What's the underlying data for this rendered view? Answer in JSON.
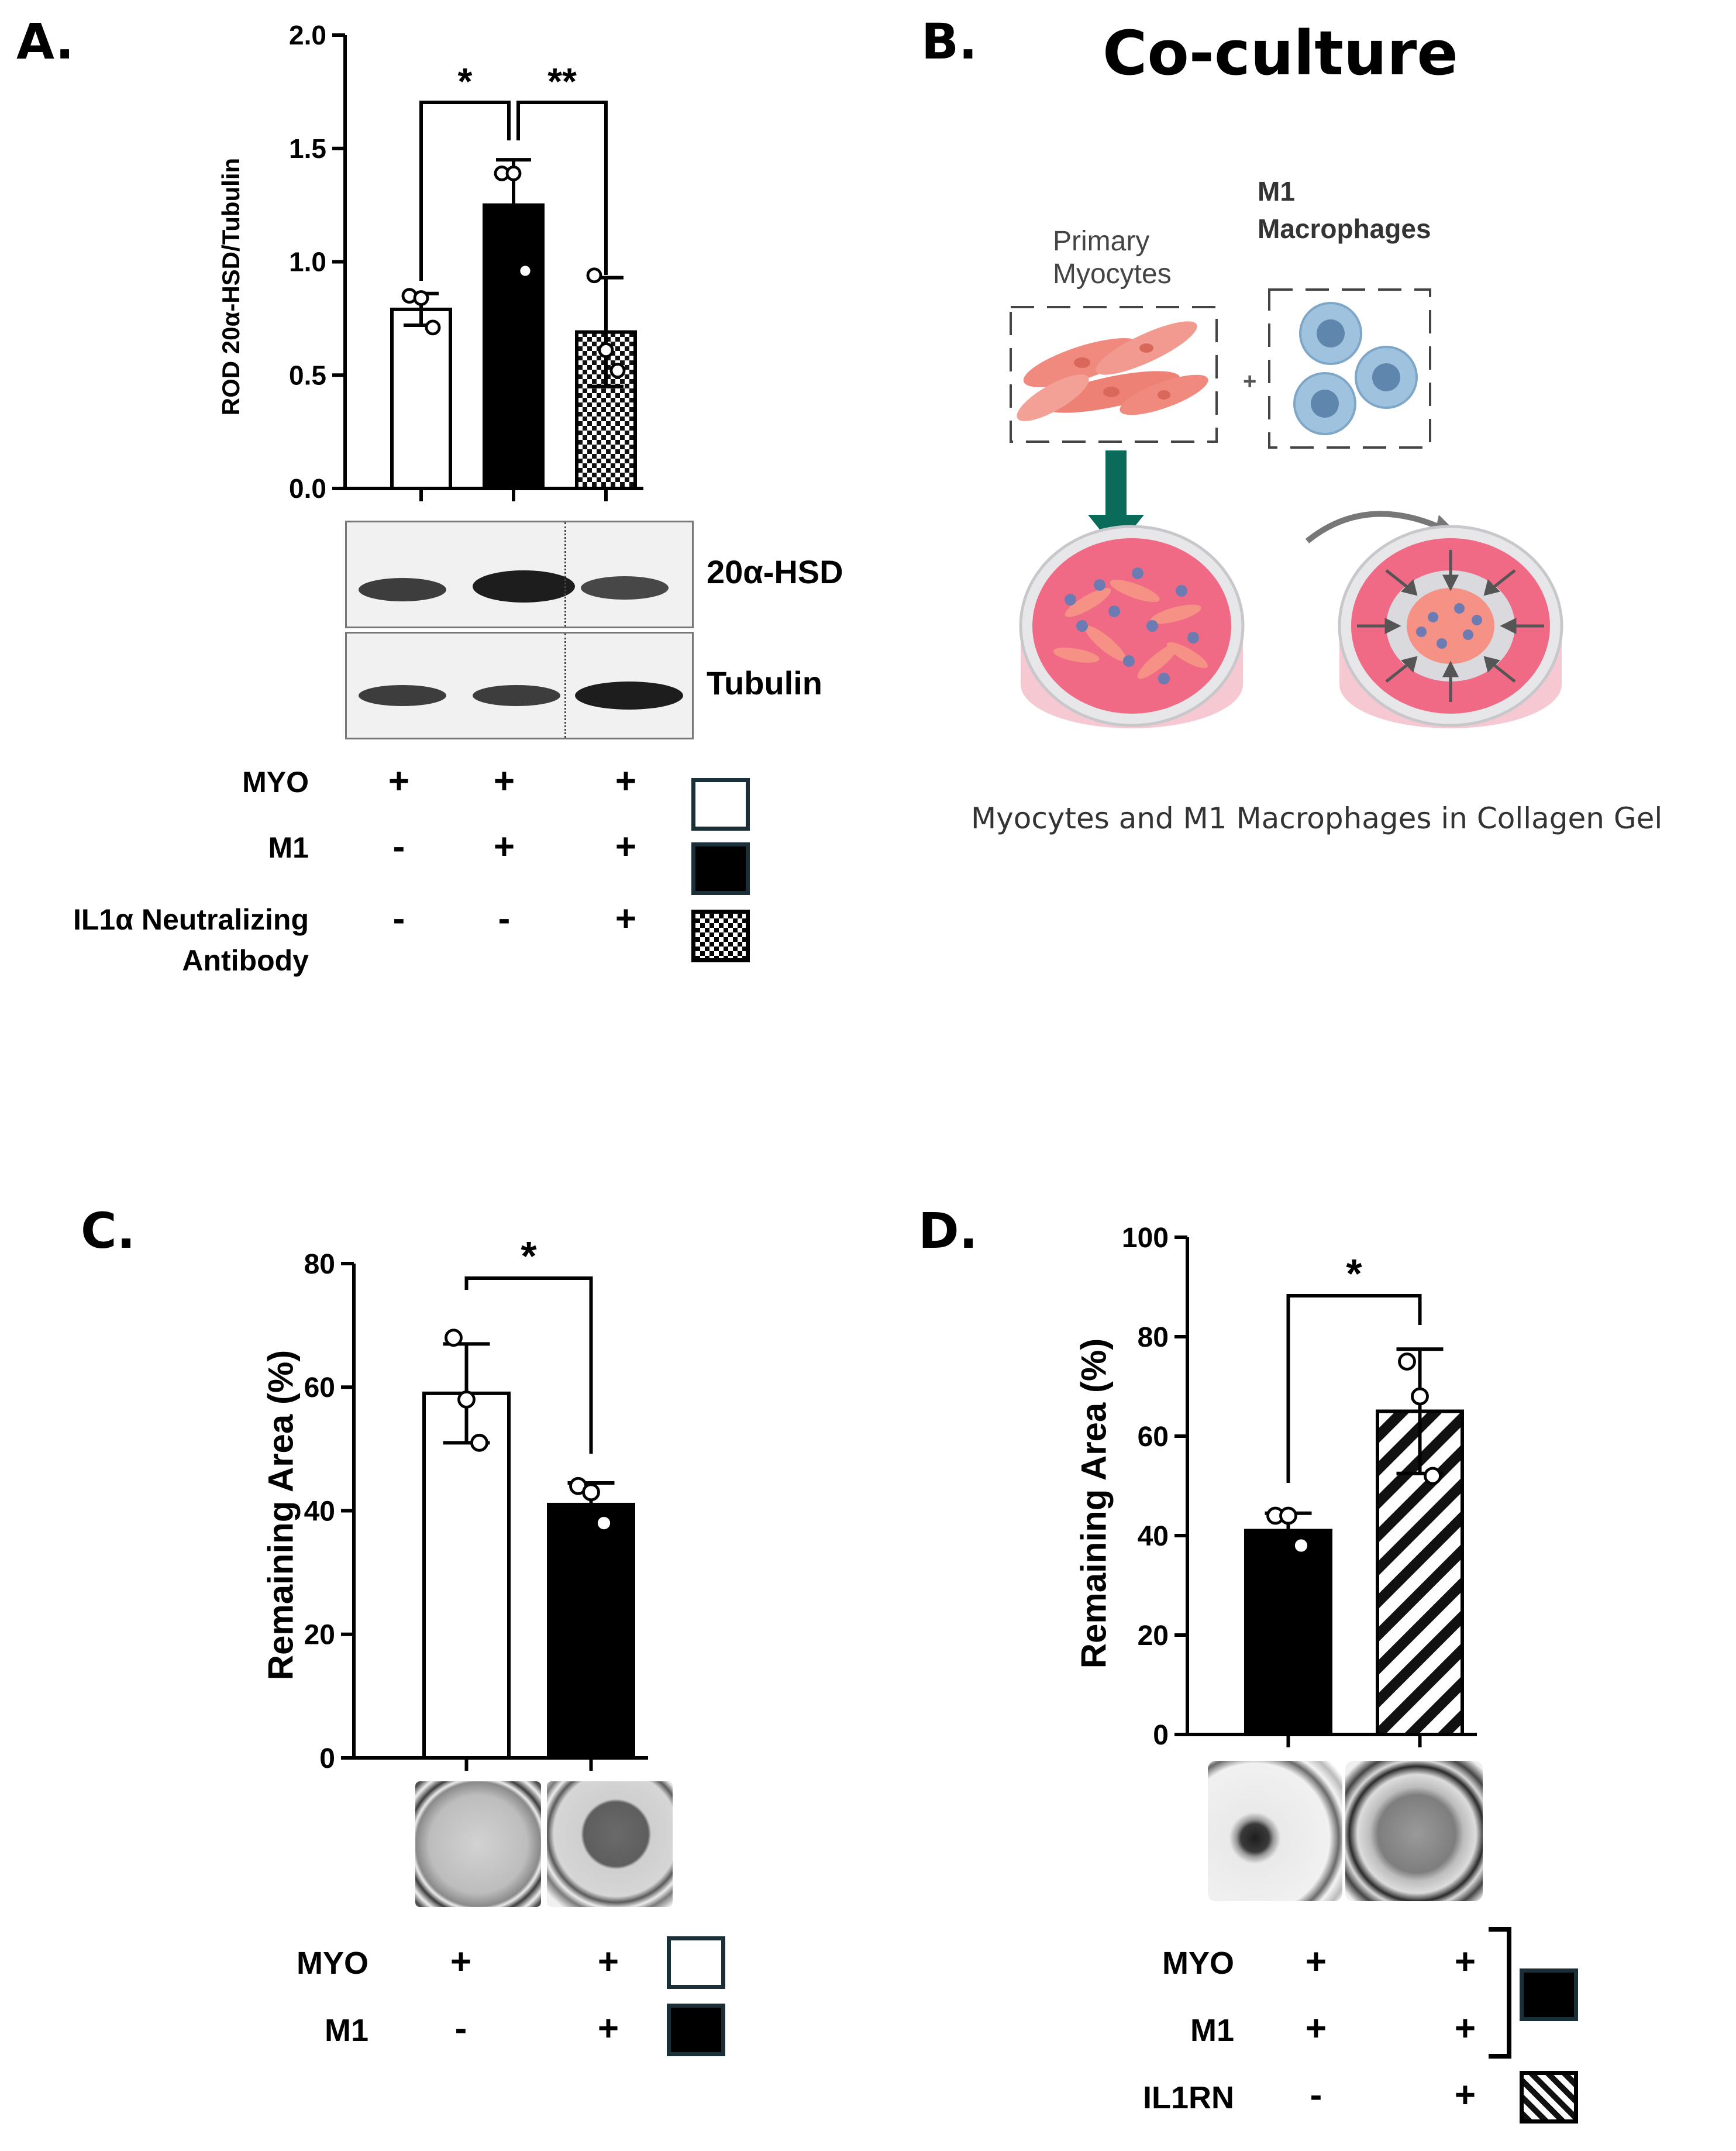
{
  "panels": {
    "A": {
      "letter": "A.",
      "chart_data": {
        "type": "bar",
        "ylabel": "ROD 20α-HSD/Tubulin",
        "ylim": [
          0,
          2.0
        ],
        "yticks": [
          "0.0",
          "0.5",
          "1.0",
          "1.5",
          "2.0"
        ],
        "values": [
          0.79,
          1.25,
          0.69
        ],
        "errors": [
          0.07,
          0.2,
          0.24
        ],
        "points": [
          [
            0.85,
            0.84,
            0.71
          ],
          [
            1.39,
            1.39,
            0.96
          ],
          [
            0.94,
            0.61,
            0.52
          ]
        ],
        "fills": [
          "white",
          "black",
          "checker"
        ],
        "significance": [
          "*",
          "**"
        ]
      },
      "blot_labels": [
        "20α-HSD",
        "Tubulin"
      ],
      "conditions": [
        {
          "label": "MYO",
          "signs": [
            "+",
            "+",
            "+"
          ]
        },
        {
          "label": "M1",
          "signs": [
            "-",
            "+",
            "+"
          ]
        },
        {
          "label_line1": "IL1α Neutralizing",
          "label_line2": "Antibody",
          "signs": [
            "-",
            "-",
            "+"
          ]
        }
      ]
    },
    "B": {
      "letter": "B.",
      "title": "Co-culture",
      "primary_label_1": "Primary",
      "primary_label_2": "Myocytes",
      "m1_label_1": "M1",
      "m1_label_2": "Macrophages",
      "plus": "+",
      "caption": "Myocytes and M1 Macrophages in Collagen Gel"
    },
    "C": {
      "letter": "C.",
      "chart_data": {
        "type": "bar",
        "ylabel": "Remaining Area (%)",
        "ylim": [
          0,
          80
        ],
        "yticks": [
          "0",
          "20",
          "40",
          "60",
          "80"
        ],
        "values": [
          59,
          41
        ],
        "errors": [
          8,
          3.5
        ],
        "points": [
          [
            68,
            58,
            51
          ],
          [
            44,
            43,
            38
          ]
        ],
        "fills": [
          "white",
          "black"
        ],
        "significance": [
          "*"
        ]
      },
      "conditions": [
        {
          "label": "MYO",
          "signs": [
            "+",
            "+"
          ]
        },
        {
          "label": "M1",
          "signs": [
            "-",
            "+"
          ]
        }
      ]
    },
    "D": {
      "letter": "D.",
      "chart_data": {
        "type": "bar",
        "ylabel": "Remaining Area (%)",
        "ylim": [
          0,
          100
        ],
        "yticks": [
          "0",
          "20",
          "40",
          "60",
          "80",
          "100"
        ],
        "values": [
          41,
          65
        ],
        "errors": [
          3.5,
          12.5
        ],
        "points": [
          [
            44,
            44,
            38
          ],
          [
            75,
            68,
            52
          ]
        ],
        "fills": [
          "black",
          "hatch"
        ],
        "significance": [
          "*"
        ]
      },
      "conditions": [
        {
          "label": "MYO",
          "signs": [
            "+",
            "+"
          ]
        },
        {
          "label": "M1",
          "signs": [
            "+",
            "+"
          ]
        },
        {
          "label": "IL1RN",
          "signs": [
            "-",
            "+"
          ]
        }
      ]
    }
  },
  "colors": {
    "myocyte": "#f08a7e",
    "macrophage": "#9fc3df",
    "arrow_green": "#0b6b5b",
    "gel_pink": "#f06a86",
    "swatch_border": "#1a2f38"
  }
}
